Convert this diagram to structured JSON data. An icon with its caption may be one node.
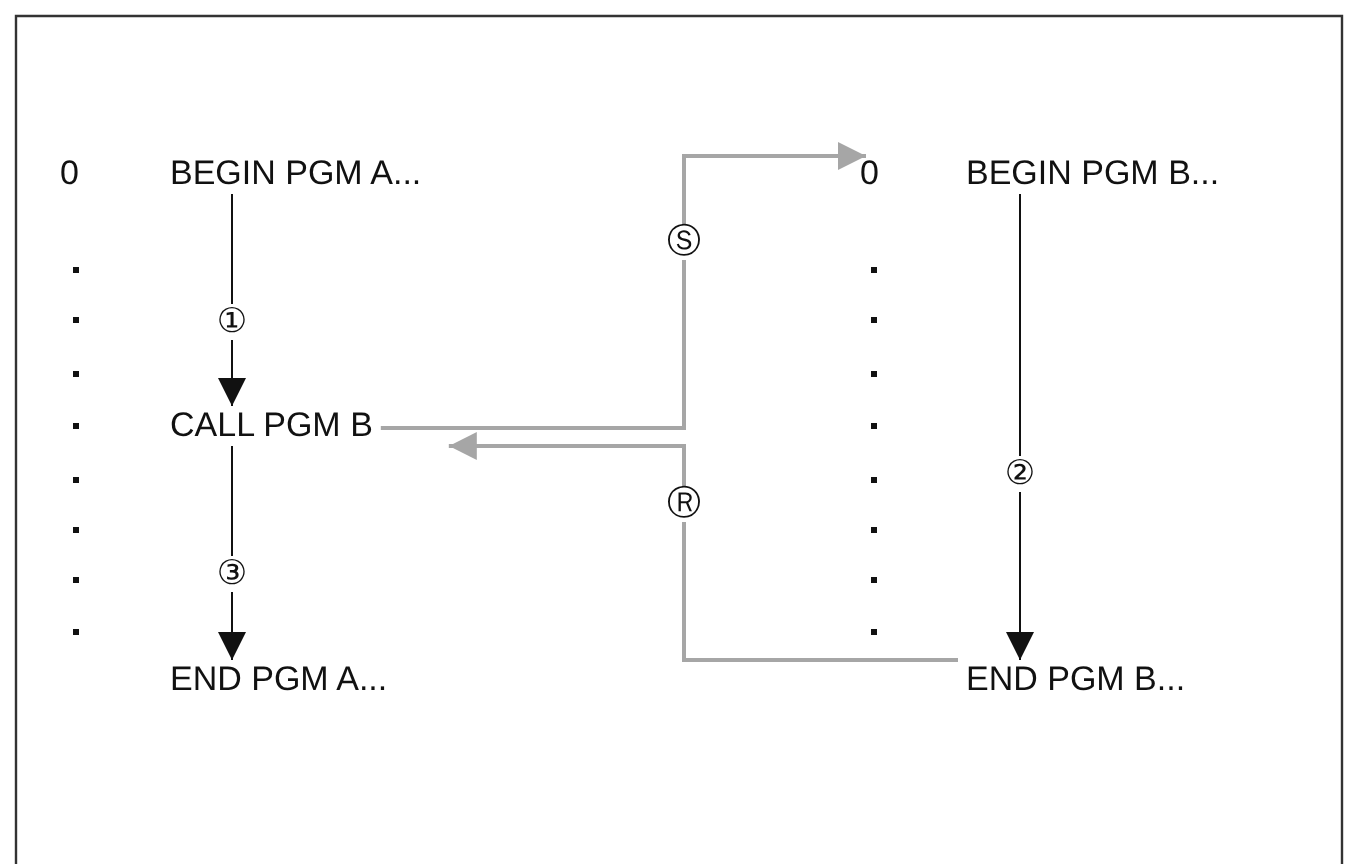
{
  "diagram": {
    "nodes": [
      {
        "text": [
          "BEGIN PGM A..."
        ]
      },
      {
        "text": [
          "CALL PGM B"
        ]
      },
      {
        "text": [
          "END PGM A..."
        ]
      },
      {
        "text": [
          "BEGIN PGM B..."
        ]
      },
      {
        "text": [
          "END PGM B..."
        ]
      }
    ],
    "edges": [
      {
        "from": 0,
        "to": 1,
        "arrow": "to",
        "label": "①"
      },
      {
        "from": 1,
        "to": 2,
        "arrow": "to",
        "label": "③"
      },
      {
        "from": 3,
        "to": 4,
        "arrow": "to",
        "label": "②"
      },
      {
        "from": 1,
        "to": 3,
        "arrow": "to",
        "label": "Ⓢ",
        "color": "#a6a6a6"
      },
      {
        "from": 4,
        "to": 1,
        "arrow": "to",
        "label": "Ⓡ",
        "color": "#a6a6a6"
      }
    ],
    "labels": [
      "0",
      "0"
    ]
  }
}
